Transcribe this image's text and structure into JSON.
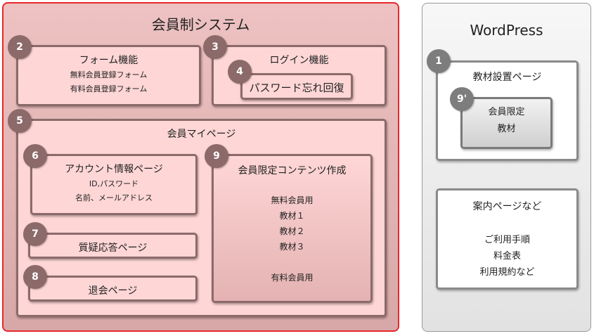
{
  "member_system": {
    "title": "会員制システム",
    "form": {
      "num": "2",
      "title": "フォーム機能",
      "lines": [
        "無料会員登録フォーム",
        "有料会員登録フォーム"
      ]
    },
    "login": {
      "num": "3",
      "title": "ログイン機能"
    },
    "password": {
      "num": "4",
      "title": "パスワード忘れ回復"
    },
    "mypage": {
      "num": "5",
      "title": "会員マイページ"
    },
    "account": {
      "num": "6",
      "title": "アカウント情報ページ",
      "lines": [
        "ID,パスワード",
        "名前、メールアドレス"
      ]
    },
    "qa": {
      "num": "7",
      "title": "質疑応答ページ"
    },
    "withdraw": {
      "num": "8",
      "title": "退会ページ"
    },
    "content": {
      "num": "9",
      "title": "会員限定コンテンツ作成",
      "lines": [
        "無料会員用",
        "教材１",
        "教材２",
        "教材３",
        "",
        "有料会員用"
      ]
    }
  },
  "wordpress": {
    "title": "WordPress",
    "materials": {
      "num": "1",
      "title": "教材設置ページ"
    },
    "limited": {
      "num": "9'",
      "lines": [
        "会員限定",
        "教材"
      ]
    },
    "guide": {
      "title": "案内ページなど",
      "lines": [
        "ご利用手順",
        "料金表",
        "利用規約など"
      ]
    }
  }
}
